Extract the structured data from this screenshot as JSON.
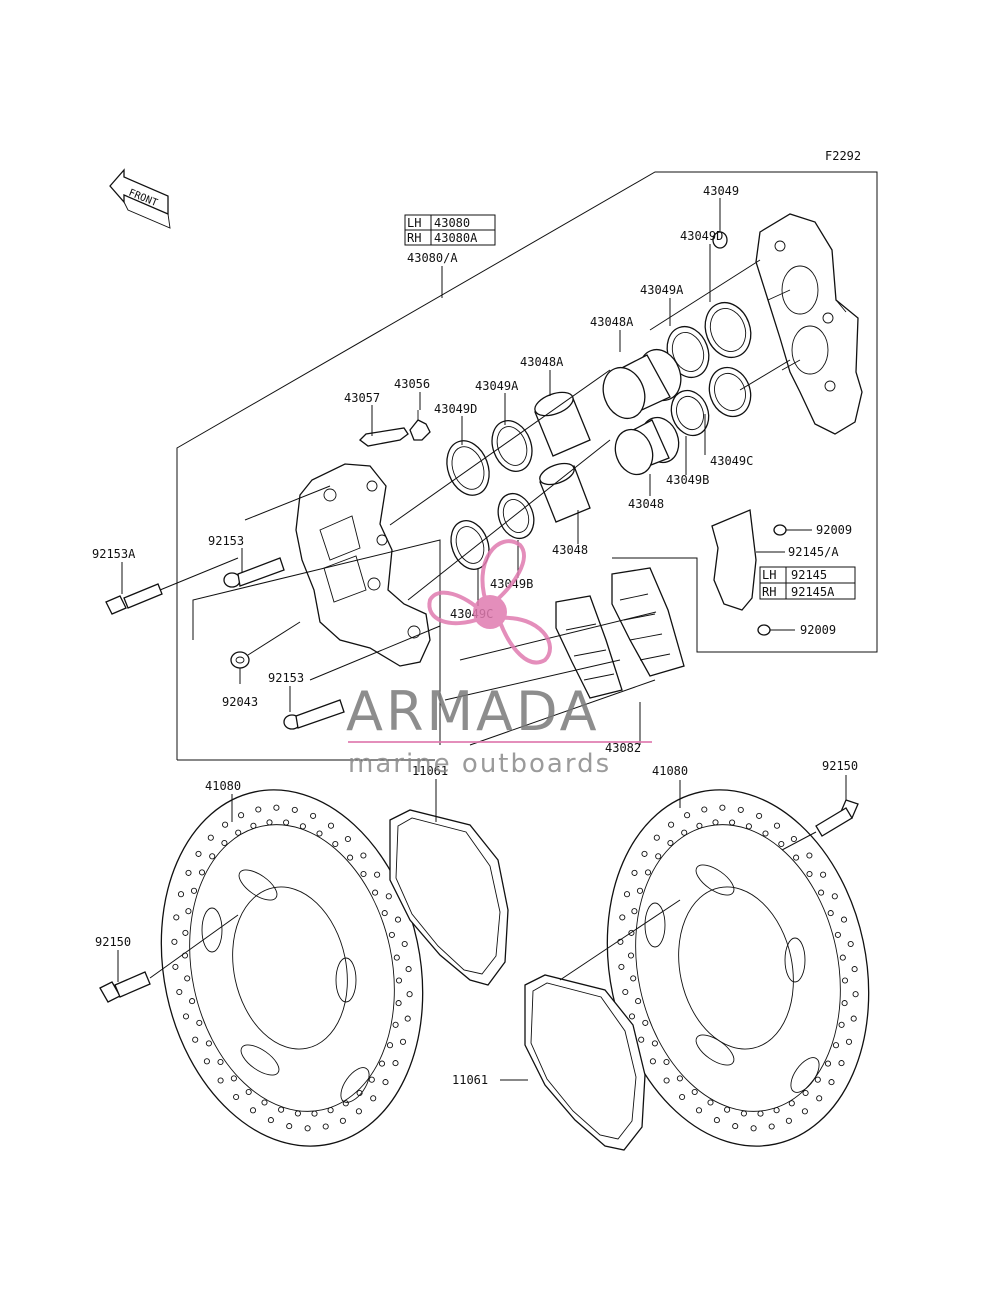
{
  "figure_code": "F2292",
  "front_label": "FRONT",
  "caliper_table": [
    {
      "side": "LH",
      "part": "43080"
    },
    {
      "side": "RH",
      "part": "43080A"
    }
  ],
  "caliper_assy": "43080/A",
  "bracket_table": [
    {
      "side": "LH",
      "part": "92145"
    },
    {
      "side": "RH",
      "part": "92145A"
    }
  ],
  "part_labels": {
    "p43049_top": "43049",
    "p43049D_right": "43049D",
    "p43049A_right": "43049A",
    "p43048A_right": "43048A",
    "p43048A_left": "43048A",
    "p43049A_left": "43049A",
    "p43056": "43056",
    "p43057": "43057",
    "p43049D_left": "43049D",
    "p43049C_right": "43049C",
    "p43049B_right": "43049B",
    "p43048_right": "43048",
    "p43048_left": "43048",
    "p92009_top": "92009",
    "p92145A": "92145/A",
    "p92009_bottom": "92009",
    "p92153A": "92153A",
    "p92153_top": "92153",
    "p92153_bottom": "92153",
    "p92043": "92043",
    "p43049B_left": "43049B",
    "p43049C_left": "43049C",
    "p43082": "43082",
    "p41080_left": "41080",
    "p11061_top": "11061",
    "p41080_right": "41080",
    "p92150_right": "92150",
    "p92150_left": "92150",
    "p11061_bottom": "11061"
  },
  "watermark": {
    "brand": "ARMADA",
    "tagline": "marine outboards",
    "logo_color": "#e07bb0"
  }
}
